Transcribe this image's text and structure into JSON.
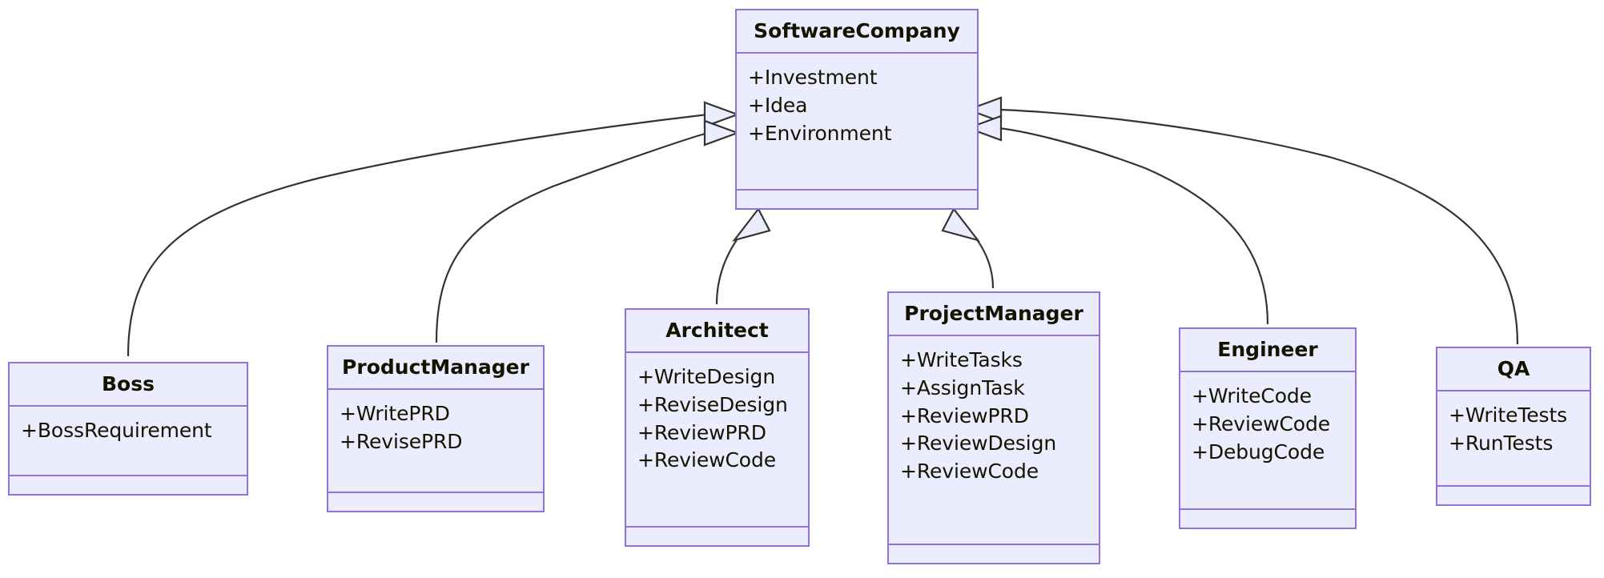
{
  "diagram": {
    "kind": "uml-class-diagram",
    "title": "",
    "colors": {
      "node_fill": "#ececff",
      "node_border": "#9370db",
      "text": "#131300",
      "edge_stroke": "#333333",
      "background": "#ffffff"
    },
    "relationship_type": "inheritance",
    "relationship_arrow": "hollow-triangle"
  },
  "classes": {
    "software_company": {
      "name": "SoftwareCompany",
      "attributes": [
        "+Investment",
        "+Idea",
        "+Environment"
      ],
      "methods": []
    },
    "boss": {
      "name": "Boss",
      "attributes": [
        "+BossRequirement"
      ],
      "methods": []
    },
    "product_manager": {
      "name": "ProductManager",
      "attributes": [
        "+WritePRD",
        "+RevisePRD"
      ],
      "methods": []
    },
    "architect": {
      "name": "Architect",
      "attributes": [
        "+WriteDesign",
        "+ReviseDesign",
        "+ReviewPRD",
        "+ReviewCode"
      ],
      "methods": []
    },
    "project_manager": {
      "name": "ProjectManager",
      "attributes": [
        "+WriteTasks",
        "+AssignTask",
        "+ReviewPRD",
        "+ReviewDesign",
        "+ReviewCode"
      ],
      "methods": []
    },
    "engineer": {
      "name": "Engineer",
      "attributes": [
        "+WriteCode",
        "+ReviewCode",
        "+DebugCode"
      ],
      "methods": []
    },
    "qa": {
      "name": "QA",
      "attributes": [
        "+WriteTests",
        "+RunTests"
      ],
      "methods": []
    }
  },
  "relationships": [
    {
      "from": "Boss",
      "to": "SoftwareCompany",
      "type": "inheritance"
    },
    {
      "from": "ProductManager",
      "to": "SoftwareCompany",
      "type": "inheritance"
    },
    {
      "from": "Architect",
      "to": "SoftwareCompany",
      "type": "inheritance"
    },
    {
      "from": "ProjectManager",
      "to": "SoftwareCompany",
      "type": "inheritance"
    },
    {
      "from": "Engineer",
      "to": "SoftwareCompany",
      "type": "inheritance"
    },
    {
      "from": "QA",
      "to": "SoftwareCompany",
      "type": "inheritance"
    }
  ]
}
